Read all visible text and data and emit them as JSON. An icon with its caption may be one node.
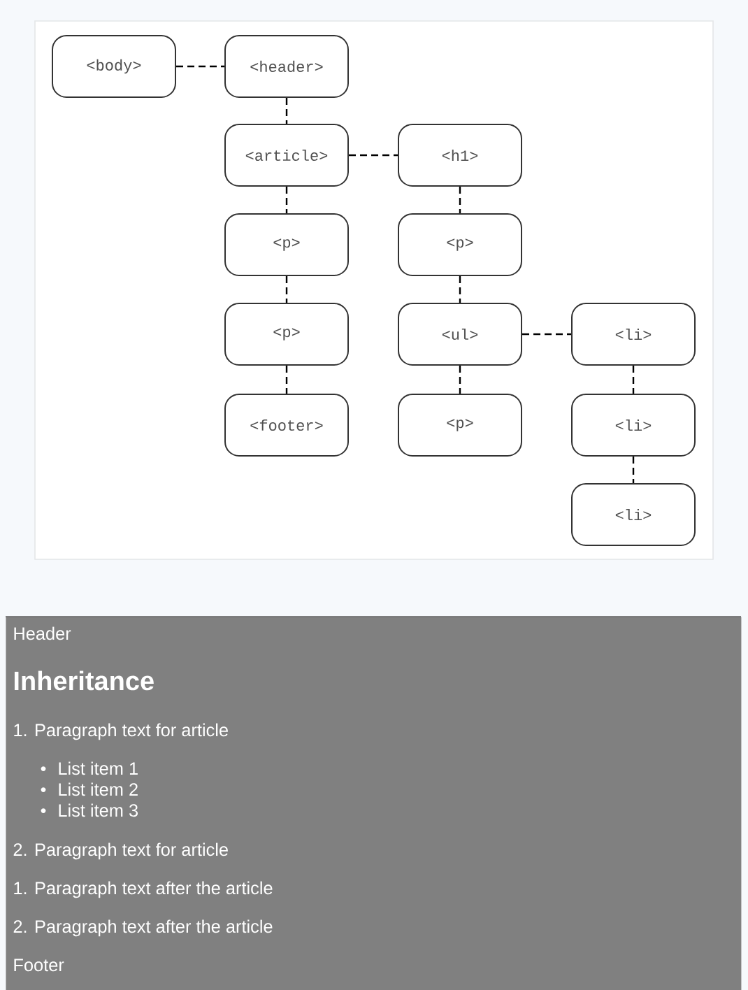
{
  "diagram": {
    "nodes": [
      {
        "text": [
          "<body>"
        ]
      },
      {
        "text": [
          "<header>"
        ]
      },
      {
        "text": [
          "<article>"
        ]
      },
      {
        "text": [
          "<h1>"
        ]
      },
      {
        "text": [
          "<p>"
        ]
      },
      {
        "text": [
          "<p>"
        ]
      },
      {
        "text": [
          "<p>"
        ]
      },
      {
        "text": [
          "<ul>"
        ]
      },
      {
        "text": [
          "<li>"
        ]
      },
      {
        "text": [
          "<footer>"
        ]
      },
      {
        "text": [
          "<p>"
        ]
      },
      {
        "text": [
          "<li>"
        ]
      },
      {
        "text": [
          "<li>"
        ]
      },
      {
        "text": [
          "Header",
          "Inheritance",
          "1. Paragraph text for article",
          "List item 1",
          "List item 2",
          "List item 3",
          "2. Paragraph text for article",
          "1. Paragraph text after the article",
          "2. Paragraph text after the article",
          "Footer"
        ]
      }
    ],
    "edges": [
      {
        "from": 0,
        "to": 1,
        "arrow": "none",
        "style": "dashed"
      },
      {
        "from": 1,
        "to": 2,
        "arrow": "none",
        "style": "dashed"
      },
      {
        "from": 2,
        "to": 3,
        "arrow": "none",
        "style": "dashed"
      },
      {
        "from": 2,
        "to": 4,
        "arrow": "none",
        "style": "dashed"
      },
      {
        "from": 3,
        "to": 5,
        "arrow": "none",
        "style": "dashed"
      },
      {
        "from": 4,
        "to": 6,
        "arrow": "none",
        "style": "dashed"
      },
      {
        "from": 5,
        "to": 7,
        "arrow": "none",
        "style": "dashed"
      },
      {
        "from": 6,
        "to": 9,
        "arrow": "none",
        "style": "dashed"
      },
      {
        "from": 7,
        "to": 8,
        "arrow": "none",
        "style": "dashed"
      },
      {
        "from": 7,
        "to": 10,
        "arrow": "none",
        "style": "dashed"
      },
      {
        "from": 8,
        "to": 11,
        "arrow": "none",
        "style": "dashed"
      },
      {
        "from": 11,
        "to": 12,
        "arrow": "none",
        "style": "dashed"
      }
    ]
  }
}
